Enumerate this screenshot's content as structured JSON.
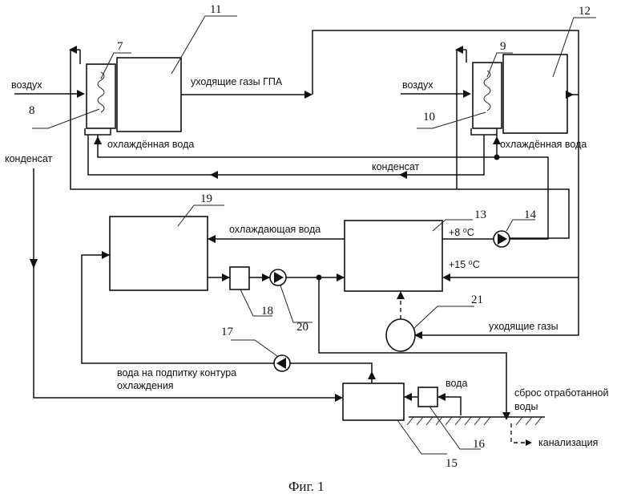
{
  "labels": {
    "air_left": "воздух",
    "exhaust_gpa": "уходящие газы ГПА",
    "cooled_water_left": "охлаждённая вода",
    "condensate_left": "конденсат",
    "air_right": "воздух",
    "cooled_water_right": "охлаждённая вода",
    "condensate_mid": "конденсат",
    "cooling_water": "охлаждающая вода",
    "temp_8": "+8 ⁰С",
    "temp_15": "+15 ⁰С",
    "exhaust_gases": "уходящие газы",
    "makeup_line1": "вода на подпитку контура",
    "makeup_line2": "охлаждения",
    "water": "вода",
    "discharge_line1": "сброс отработанной",
    "discharge_line2": "воды",
    "sewer": "канализация"
  },
  "numbers": {
    "n7": "7",
    "n8": "8",
    "n9": "9",
    "n10": "10",
    "n11": "11",
    "n12": "12",
    "n13": "13",
    "n14": "14",
    "n15": "15",
    "n16": "16",
    "n17": "17",
    "n18": "18",
    "n19": "19",
    "n20": "20",
    "n21": "21"
  },
  "caption": "Фиг. 1"
}
